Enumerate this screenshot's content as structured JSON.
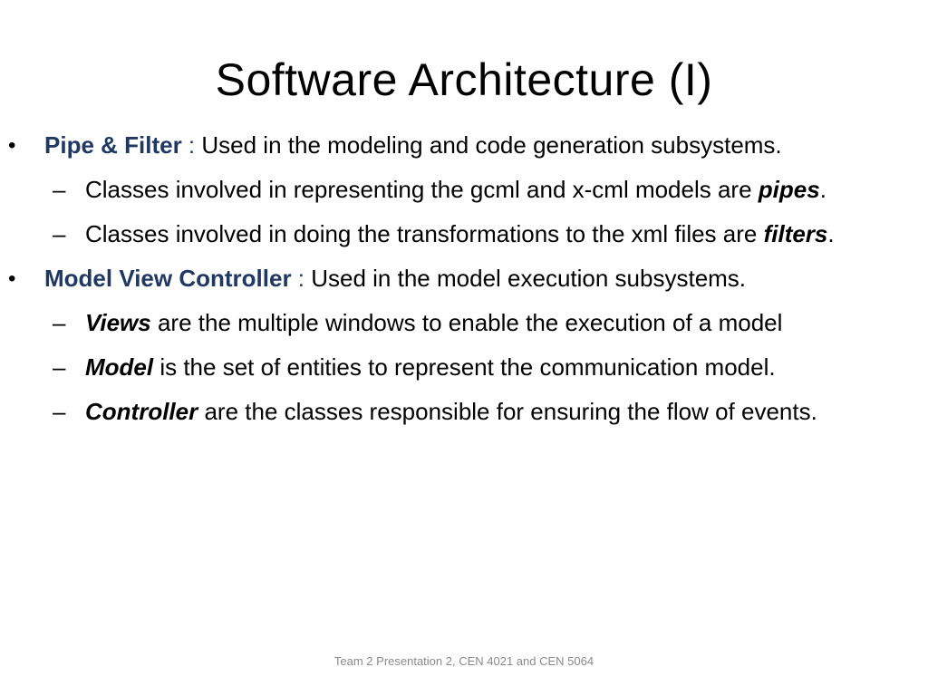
{
  "slide": {
    "title": "Software Architecture (I)",
    "footer": "Team 2 Presentation 2, CEN 4021 and CEN 5064"
  },
  "bullets": [
    {
      "term": "Pipe & Filter",
      "separator": " :",
      "text": " Used in the modeling and code generation subsystems.",
      "subitems": [
        {
          "emphasis_before": "",
          "text": "Classes involved in representing the gcml and  x-cml models are ",
          "emphasis_after": "pipes",
          "trail": "."
        },
        {
          "emphasis_before": "",
          "text": "Classes involved in doing the transformations to the xml files are ",
          "emphasis_after": "filters",
          "trail": "."
        }
      ]
    },
    {
      "term": "Model View Controller",
      "separator": " :",
      "text": " Used in the model execution subsystems.",
      "subitems": [
        {
          "emphasis_before": "Views",
          "text": " are the multiple windows to enable the execution of a model",
          "emphasis_after": "",
          "trail": ""
        },
        {
          "emphasis_before": "Model",
          "text": " is the set of entities to represent the communication model.",
          "emphasis_after": "",
          "trail": ""
        },
        {
          "emphasis_before": "Controller",
          "text": " are the classes responsible for ensuring the flow of events.",
          "emphasis_after": "",
          "trail": ""
        }
      ]
    }
  ],
  "glyphs": {
    "bullet": "•",
    "dash": "–"
  },
  "colors": {
    "term": "#1f3864",
    "footer": "#8a8a8a"
  }
}
